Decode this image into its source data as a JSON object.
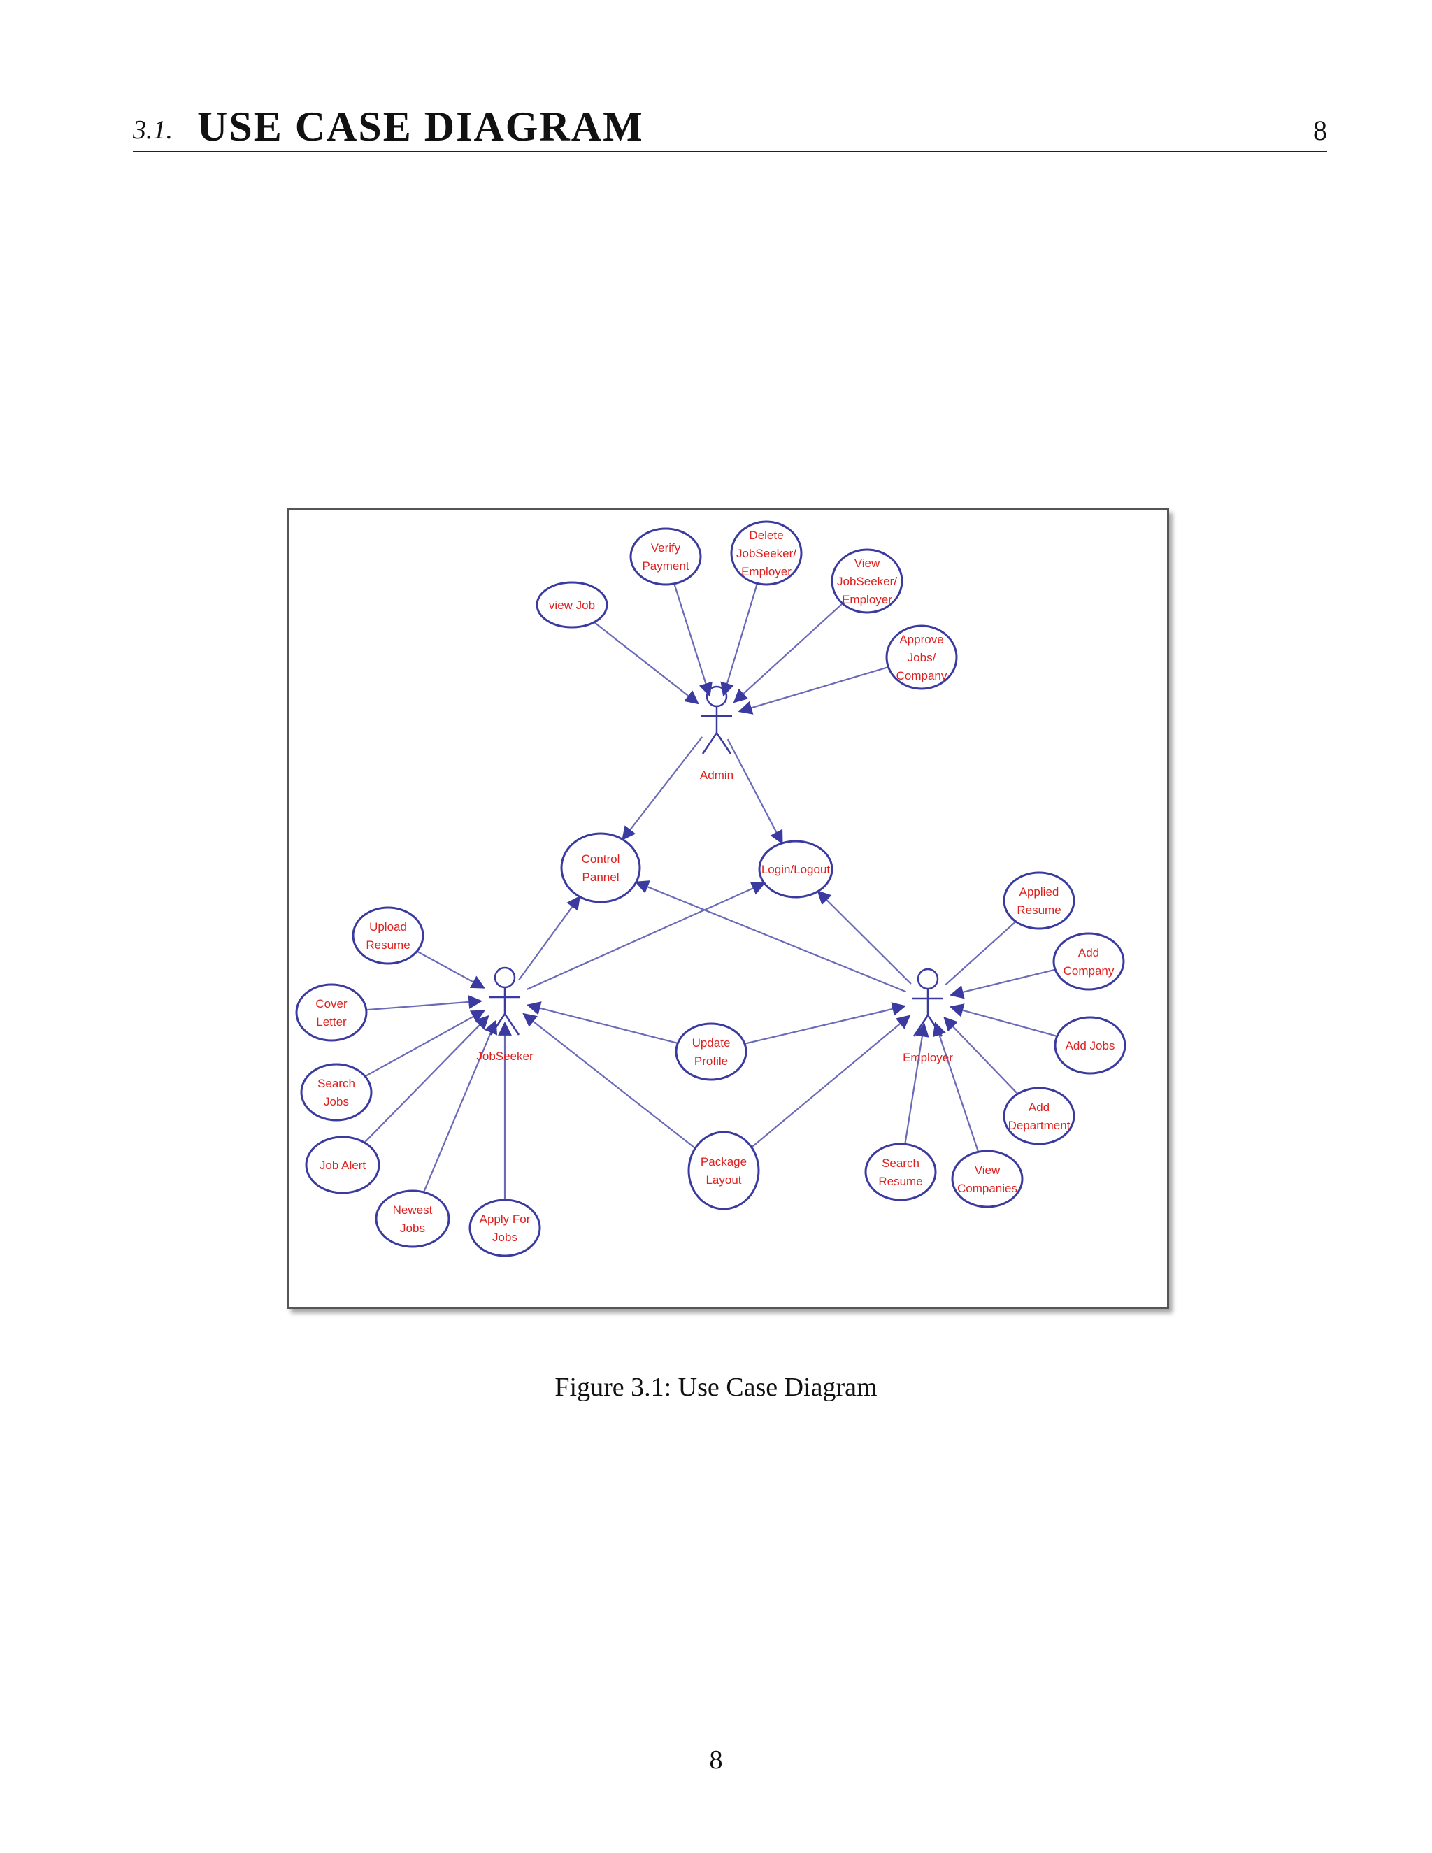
{
  "header": {
    "section_number": "3.1.",
    "section_title": "USE CASE DIAGRAM",
    "page_number": "8"
  },
  "figure": {
    "caption": "Figure 3.1: Use Case Diagram",
    "actors": {
      "admin": "Admin",
      "jobseeker": "JobSeeker",
      "employer": "Employer"
    },
    "use_cases": {
      "view_job": [
        "view Job"
      ],
      "verify_payment": [
        "Verify",
        "Payment"
      ],
      "delete_jobseeker": [
        "Delete",
        "JobSeeker/",
        "Employer"
      ],
      "view_jobseeker": [
        "View",
        "JobSeeker/",
        "Employer"
      ],
      "approve_jobs": [
        "Approve",
        "Jobs/",
        "Company"
      ],
      "control_pannel": [
        "Control",
        "Pannel"
      ],
      "login_logout": [
        "Login/Logout"
      ],
      "upload_resume": [
        "Upload",
        "Resume"
      ],
      "cover_letter": [
        "Cover",
        "Letter"
      ],
      "search_jobs": [
        "Search",
        "Jobs"
      ],
      "job_alert": [
        "Job Alert"
      ],
      "newest_jobs": [
        "Newest",
        "Jobs"
      ],
      "apply_for_jobs": [
        "Apply For",
        "Jobs"
      ],
      "update_profile": [
        "Update",
        "Profile"
      ],
      "package_layout": [
        "Package",
        "Layout"
      ],
      "applied_resume": [
        "Applied",
        "Resume"
      ],
      "add_company": [
        "Add",
        "Company"
      ],
      "add_jobs": [
        "Add Jobs"
      ],
      "add_department": [
        "Add",
        "Department"
      ],
      "search_resume": [
        "Search",
        "Resume"
      ],
      "view_companies": [
        "View",
        "Companies"
      ]
    }
  },
  "footer": {
    "page_number": "8"
  }
}
